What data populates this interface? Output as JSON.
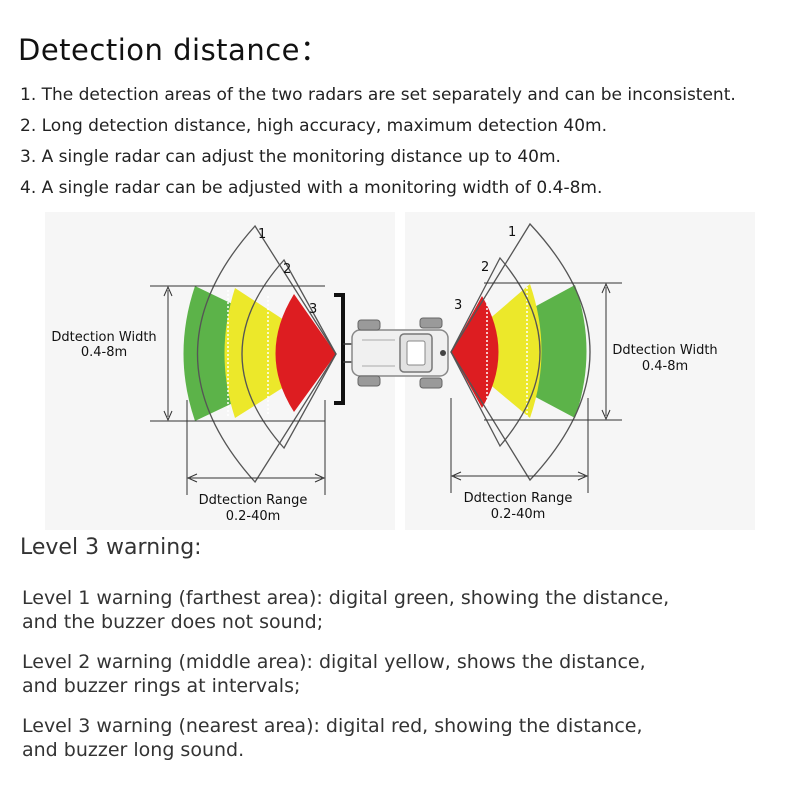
{
  "header": {
    "title": "Detection distance：",
    "points": [
      "1. The detection areas of the two radars are set separately and can be inconsistent.",
      "2. Long detection distance, high accuracy, maximum detection 40m.",
      "3. A single radar can adjust the monitoring distance up to 40m.",
      "4. A single radar can be adjusted with a monitoring width of 0.4-8m."
    ]
  },
  "diagram": {
    "zone_numbers": [
      "1",
      "2",
      "3"
    ],
    "left": {
      "width_label": "Ddtection Width",
      "width_value": "0.4-8m",
      "range_label": "Ddtection Range",
      "range_value": "0.2-40m"
    },
    "right": {
      "width_label": "Ddtection Width",
      "width_value": "0.4-8m",
      "range_label": "Ddtection Range",
      "range_value": "0.2-40m"
    },
    "colors": {
      "level1": "#5cb349",
      "level2": "#ece82a",
      "level3": "#dd1d21",
      "arc": "#555555",
      "bracket": "#111111"
    }
  },
  "warnings": {
    "title": "Level 3 warning:",
    "levels": [
      {
        "line1": "Level 1 warning (farthest area): digital green, showing the distance,",
        "line2": "and the buzzer does not sound;"
      },
      {
        "line1": "Level 2 warning (middle area):  digital yellow, shows the distance,",
        "line2": "and buzzer rings at intervals;"
      },
      {
        "line1": "Level 3 warning (nearest area):  digital red, showing the distance,",
        "line2": "and buzzer long sound."
      }
    ]
  }
}
